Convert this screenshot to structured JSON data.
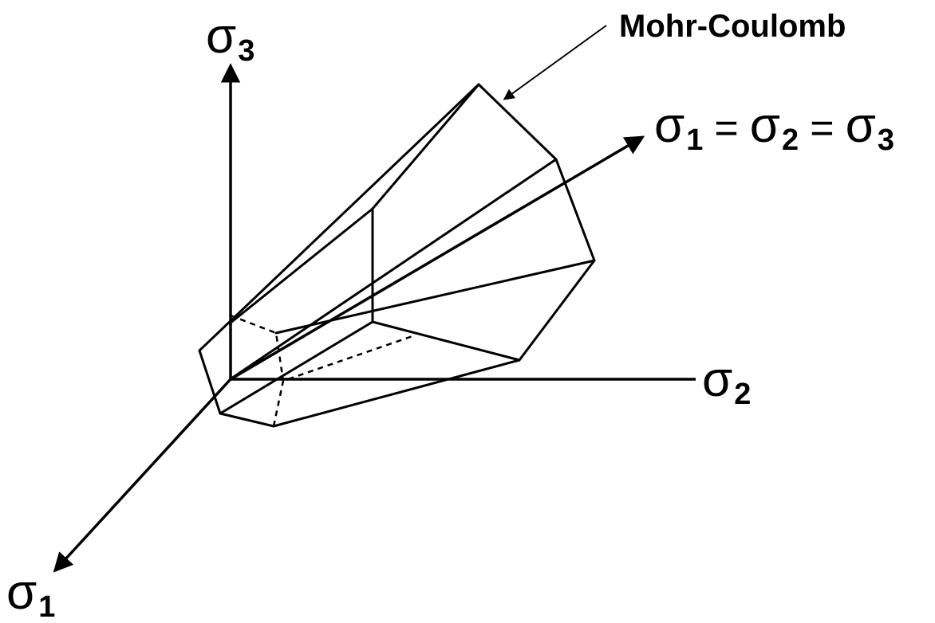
{
  "labels": {
    "surface_name": "Mohr-Coulomb",
    "axis_sigma3": {
      "symbol": "σ",
      "sub": "3"
    },
    "axis_sigma2": {
      "symbol": "σ",
      "sub": "2"
    },
    "axis_sigma1": {
      "symbol": "σ",
      "sub": "1"
    },
    "hydrostatic": {
      "s1": "σ",
      "s1_sub": "1",
      "eq1": "=",
      "s2": "σ",
      "s2_sub": "2",
      "eq2": "=",
      "s3": "σ",
      "s3_sub": "3"
    }
  }
}
